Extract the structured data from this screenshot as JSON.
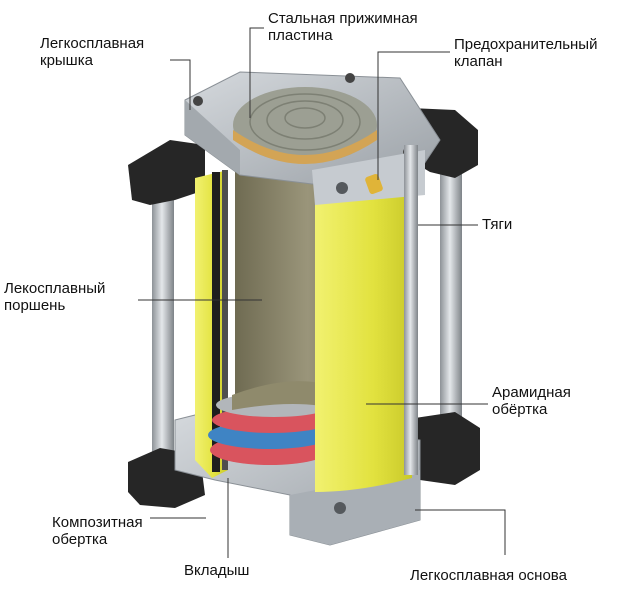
{
  "labels": {
    "alloy_cover": "Легкосплавная\nкрышка",
    "steel_plate": "Стальная прижимная\nпластина",
    "safety_valve": "Предохранительный\nклапан",
    "tie_rods": "Тяги",
    "alloy_piston": "Лекосплавный\nпоршень",
    "aramid_wrap": "Арамидная\nобёртка",
    "composite_wrap": "Композитная\nобертка",
    "liner": "Вкладыш",
    "alloy_base": "Легкосплавная основа"
  },
  "colors": {
    "yellow": "#e8e84a",
    "metal": "#b9bec3",
    "black_bracket": "#262626",
    "piston": "#8f8a6c",
    "red_ring": "#d9545e",
    "blue_ring": "#3f84c4",
    "leader": "#333333"
  }
}
